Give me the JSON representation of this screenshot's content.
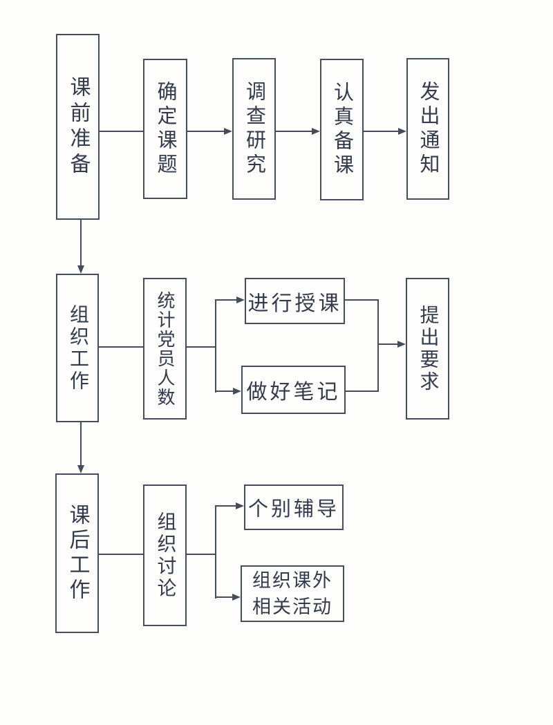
{
  "diagram": {
    "type": "flowchart",
    "colors": {
      "line": "#474c5a",
      "text": "#333a4b",
      "background": "#fdfdfc"
    },
    "nodes": {
      "pre_class": {
        "label": "课前准备"
      },
      "define_topic": {
        "label": "确定课题"
      },
      "investigate": {
        "label": "调查研究"
      },
      "prepare_lesson": {
        "label": "认真备课"
      },
      "send_notice": {
        "label": "发出通知"
      },
      "organization": {
        "label": "组织工作"
      },
      "count_members": {
        "label": "统计党员人数"
      },
      "give_lecture": {
        "label": "进行授课"
      },
      "take_notes": {
        "label": "做好笔记"
      },
      "raise_requirements": {
        "label": "提出要求"
      },
      "post_class": {
        "label": "课后工作"
      },
      "organize_discussion": {
        "label": "组织讨论"
      },
      "individual_tutoring": {
        "label": "个别辅导"
      },
      "extracurricular": {
        "label": "组织课外\n相关活动"
      }
    },
    "edges": [
      {
        "from": "pre_class",
        "to": "define_topic",
        "arrow": false
      },
      {
        "from": "define_topic",
        "to": "investigate",
        "arrow": true
      },
      {
        "from": "investigate",
        "to": "prepare_lesson",
        "arrow": true
      },
      {
        "from": "prepare_lesson",
        "to": "send_notice",
        "arrow": true
      },
      {
        "from": "pre_class",
        "to": "organization",
        "arrow": true
      },
      {
        "from": "organization",
        "to": "count_members",
        "arrow": false
      },
      {
        "from": "count_members",
        "to": "give_lecture",
        "arrow": true
      },
      {
        "from": "count_members",
        "to": "take_notes",
        "arrow": true
      },
      {
        "from": "give_lecture",
        "to": "raise_requirements",
        "arrow": true
      },
      {
        "from": "take_notes",
        "to": "raise_requirements",
        "arrow": true
      },
      {
        "from": "organization",
        "to": "post_class",
        "arrow": true
      },
      {
        "from": "post_class",
        "to": "organize_discussion",
        "arrow": false
      },
      {
        "from": "organize_discussion",
        "to": "individual_tutoring",
        "arrow": true
      },
      {
        "from": "organize_discussion",
        "to": "extracurricular",
        "arrow": true
      }
    ]
  }
}
